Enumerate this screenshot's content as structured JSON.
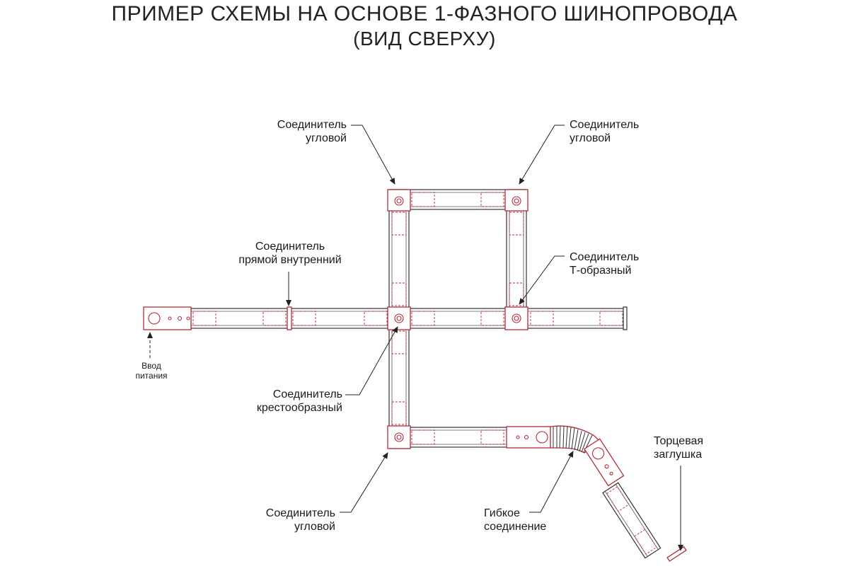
{
  "title": "ПРИМЕР СХЕМЫ НА ОСНОВЕ 1-ФАЗНОГО ШИНОПРОВОДА",
  "subtitle": "(ВИД СВЕРХУ)",
  "labels": {
    "corner_top_left": [
      "Соединитель",
      "угловой"
    ],
    "corner_top_right": [
      "Соединитель",
      "угловой"
    ],
    "straight_internal": [
      "Соединитель",
      "прямой внутренний"
    ],
    "t_shaped": [
      "Соединитель",
      "Т-образный"
    ],
    "power_input": [
      "Ввод",
      "питания"
    ],
    "cross_shaped": [
      "Соединитель",
      "крестообразный"
    ],
    "corner_bottom": [
      "Соединитель",
      "угловой"
    ],
    "flexible": [
      "Гибкое",
      "соединение"
    ],
    "end_cap": [
      "Торцевая",
      "заглушка"
    ]
  },
  "colors": {
    "connector": "#b52b3a",
    "rail": "#333333"
  }
}
